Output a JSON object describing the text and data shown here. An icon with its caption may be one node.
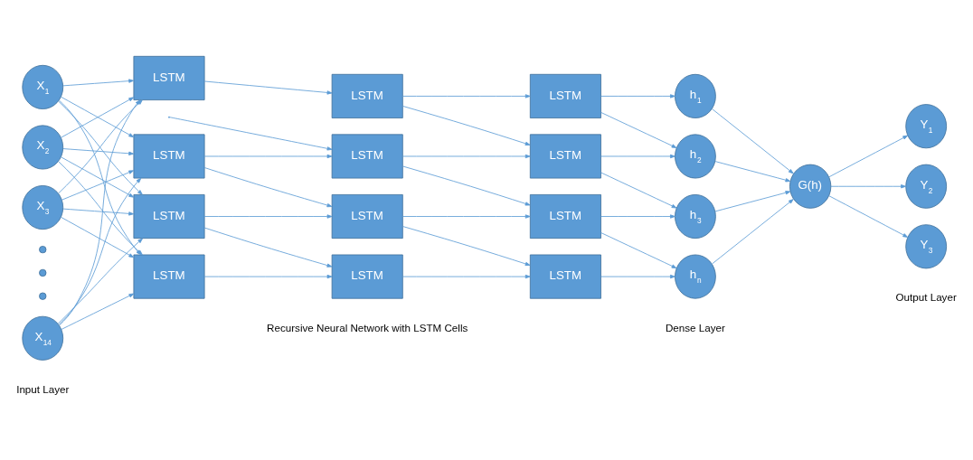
{
  "diagram": {
    "nodes": [
      {
        "text": [
          "X$_{1}$"
        ]
      },
      {
        "text": [
          "X$_{2}$"
        ]
      },
      {
        "text": [
          "X$_{3}$"
        ]
      },
      {
        "text": [],
        "shape": "circle"
      },
      {
        "text": [],
        "shape": "circle"
      },
      {
        "text": [],
        "shape": "circle"
      },
      {
        "text": [
          "X$_{14}$"
        ]
      },
      {
        "text": [
          "LSTM"
        ]
      },
      {
        "text": [
          "LSTM"
        ]
      },
      {
        "text": [
          "LSTM"
        ]
      },
      {
        "text": [
          "LSTM"
        ]
      },
      {
        "text": [
          "LSTM"
        ]
      },
      {
        "text": [
          "LSTM"
        ]
      },
      {
        "text": [
          "LSTM"
        ]
      },
      {
        "text": [
          "LSTM"
        ]
      },
      {
        "text": [
          "LSTM"
        ]
      },
      {
        "text": [
          "LSTM"
        ]
      },
      {
        "text": [
          "LSTM"
        ]
      },
      {
        "text": [
          "LSTM"
        ]
      },
      {
        "text": [
          "h$_{1}$"
        ]
      },
      {
        "text": [
          "h$_{2}$"
        ]
      },
      {
        "text": [
          "h$_{3}$"
        ]
      },
      {
        "text": [
          "h$_{n}$"
        ]
      },
      {
        "text": [
          "G(h)"
        ]
      },
      {
        "text": [
          "Y$_{1}$"
        ]
      },
      {
        "text": [
          "Y$_{2}$"
        ]
      },
      {
        "text": [
          "Y$_{3}$"
        ]
      }
    ],
    "edges": [
      {
        "from": 0,
        "to": 7,
        "arrow": "to"
      },
      {
        "from": 0,
        "to": 8,
        "arrow": "to"
      },
      {
        "from": 0,
        "to": 9,
        "arrow": "to"
      },
      {
        "from": 0,
        "to": 10,
        "arrow": "to"
      },
      {
        "from": 1,
        "to": 7,
        "arrow": "to"
      },
      {
        "from": 1,
        "to": 8,
        "arrow": "to"
      },
      {
        "from": 1,
        "to": 9,
        "arrow": "to"
      },
      {
        "from": 1,
        "to": 10,
        "arrow": "to"
      },
      {
        "from": 2,
        "to": 7,
        "arrow": "to"
      },
      {
        "from": 2,
        "to": 8,
        "arrow": "to"
      },
      {
        "from": 2,
        "to": 9,
        "arrow": "to"
      },
      {
        "from": 2,
        "to": 10,
        "arrow": "to"
      },
      {
        "from": 6,
        "to": 7,
        "arrow": "to"
      },
      {
        "from": 6,
        "to": 8,
        "arrow": "to"
      },
      {
        "from": 6,
        "to": 9,
        "arrow": "to"
      },
      {
        "from": 6,
        "to": 10,
        "arrow": "to"
      },
      {
        "from": 7,
        "to": 11,
        "arrow": "to"
      },
      {
        "from": 8,
        "to": 12,
        "arrow": "to"
      },
      {
        "from": 9,
        "to": 13,
        "arrow": "to"
      },
      {
        "from": 10,
        "to": 14,
        "arrow": "to"
      },
      {
        "from": 11,
        "to": 15,
        "arrow": "to"
      },
      {
        "from": 12,
        "to": 16,
        "arrow": "to"
      },
      {
        "from": 13,
        "to": 17,
        "arrow": "to"
      },
      {
        "from": 14,
        "to": 18,
        "arrow": "to"
      },
      {
        "from": 15,
        "to": 19,
        "arrow": "to"
      },
      {
        "from": 16,
        "to": 20,
        "arrow": "to"
      },
      {
        "from": 17,
        "to": 21,
        "arrow": "to"
      },
      {
        "from": 18,
        "to": 22,
        "arrow": "to"
      },
      {
        "from": null,
        "to": 12,
        "arrow": "to"
      },
      {
        "from": 8,
        "to": 13,
        "arrow": "to"
      },
      {
        "from": 9,
        "to": 14,
        "arrow": "to"
      },
      {
        "from": 11,
        "to": 16,
        "arrow": "to"
      },
      {
        "from": 12,
        "to": 17,
        "arrow": "to"
      },
      {
        "from": 13,
        "to": 18,
        "arrow": "to"
      },
      {
        "from": 15,
        "to": 20,
        "arrow": "to"
      },
      {
        "from": 16,
        "to": 21,
        "arrow": "to"
      },
      {
        "from": 17,
        "to": 22,
        "arrow": "to"
      },
      {
        "from": 19,
        "to": 23,
        "arrow": "to"
      },
      {
        "from": 20,
        "to": 23,
        "arrow": "to"
      },
      {
        "from": 21,
        "to": 23,
        "arrow": "to"
      },
      {
        "from": 22,
        "to": 23,
        "arrow": "to"
      },
      {
        "from": 23,
        "to": 24,
        "arrow": "to"
      },
      {
        "from": 23,
        "to": 25,
        "arrow": "to"
      },
      {
        "from": 23,
        "to": 26,
        "arrow": "to"
      }
    ],
    "labels": [
      "Input Layer",
      "Recursive Neural Network with LSTM Cells",
      "Dense Layer",
      "Output Layer"
    ]
  }
}
